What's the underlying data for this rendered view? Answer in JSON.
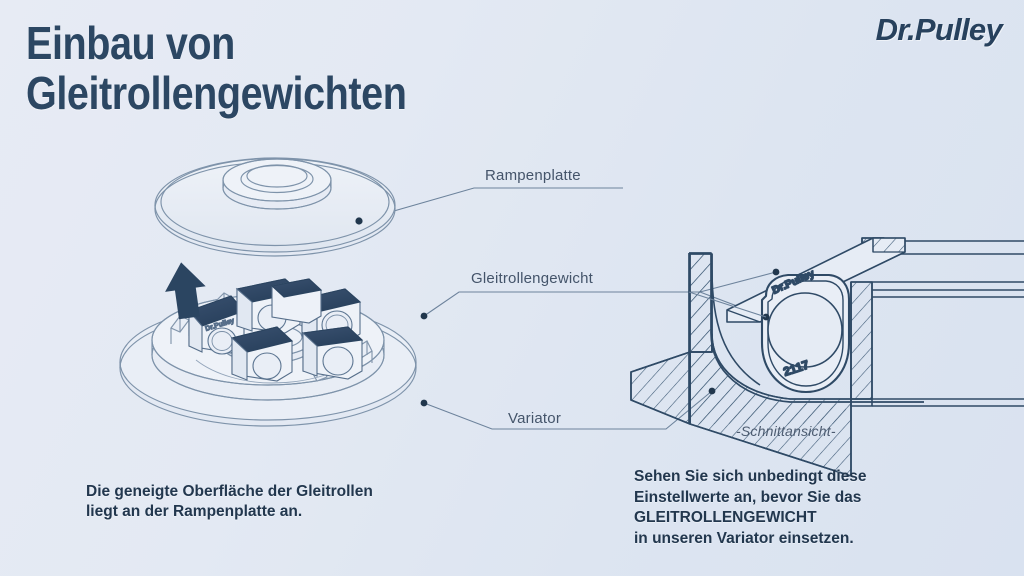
{
  "header": {
    "title": "Einbau von\nGleitrollengewichten",
    "brand": "Dr.Pulley"
  },
  "callouts": {
    "ramp_plate": "Rampenplatte",
    "roller_weight": "Gleitrollengewicht",
    "variator": "Variator"
  },
  "cross_section": {
    "view_label": "-Schnittansicht-",
    "roller_brand_mark": "Dr.Pulley",
    "roller_size_mark": "2117"
  },
  "captions": {
    "left": "Die geneigte Oberfläche der Gleitrollen\nliegt an der Rampenplatte an.",
    "right": "Sehen Sie sich unbedingt diese\nEinstellwerte an, bevor Sie das\nGLEITROLLENGEWICHT\nin unseren Variator einsetzen."
  },
  "colors": {
    "background_light": "#e7ebf4",
    "background_dark": "#d9e2f0",
    "title_navy": "#2c4763",
    "line_blue": "#5b738f",
    "line_dark": "#2f4a66",
    "roller_face": "#2e4560",
    "arrow_navy": "#2b4561",
    "caption_navy": "#22374e",
    "callout_gray": "#44546a"
  },
  "diagram": {
    "type": "exploded-assembly-and-cross-section",
    "parts": [
      "Rampenplatte",
      "Gleitrollengewicht",
      "Variator"
    ],
    "roller_count": 6,
    "arrow_direction": "up"
  }
}
